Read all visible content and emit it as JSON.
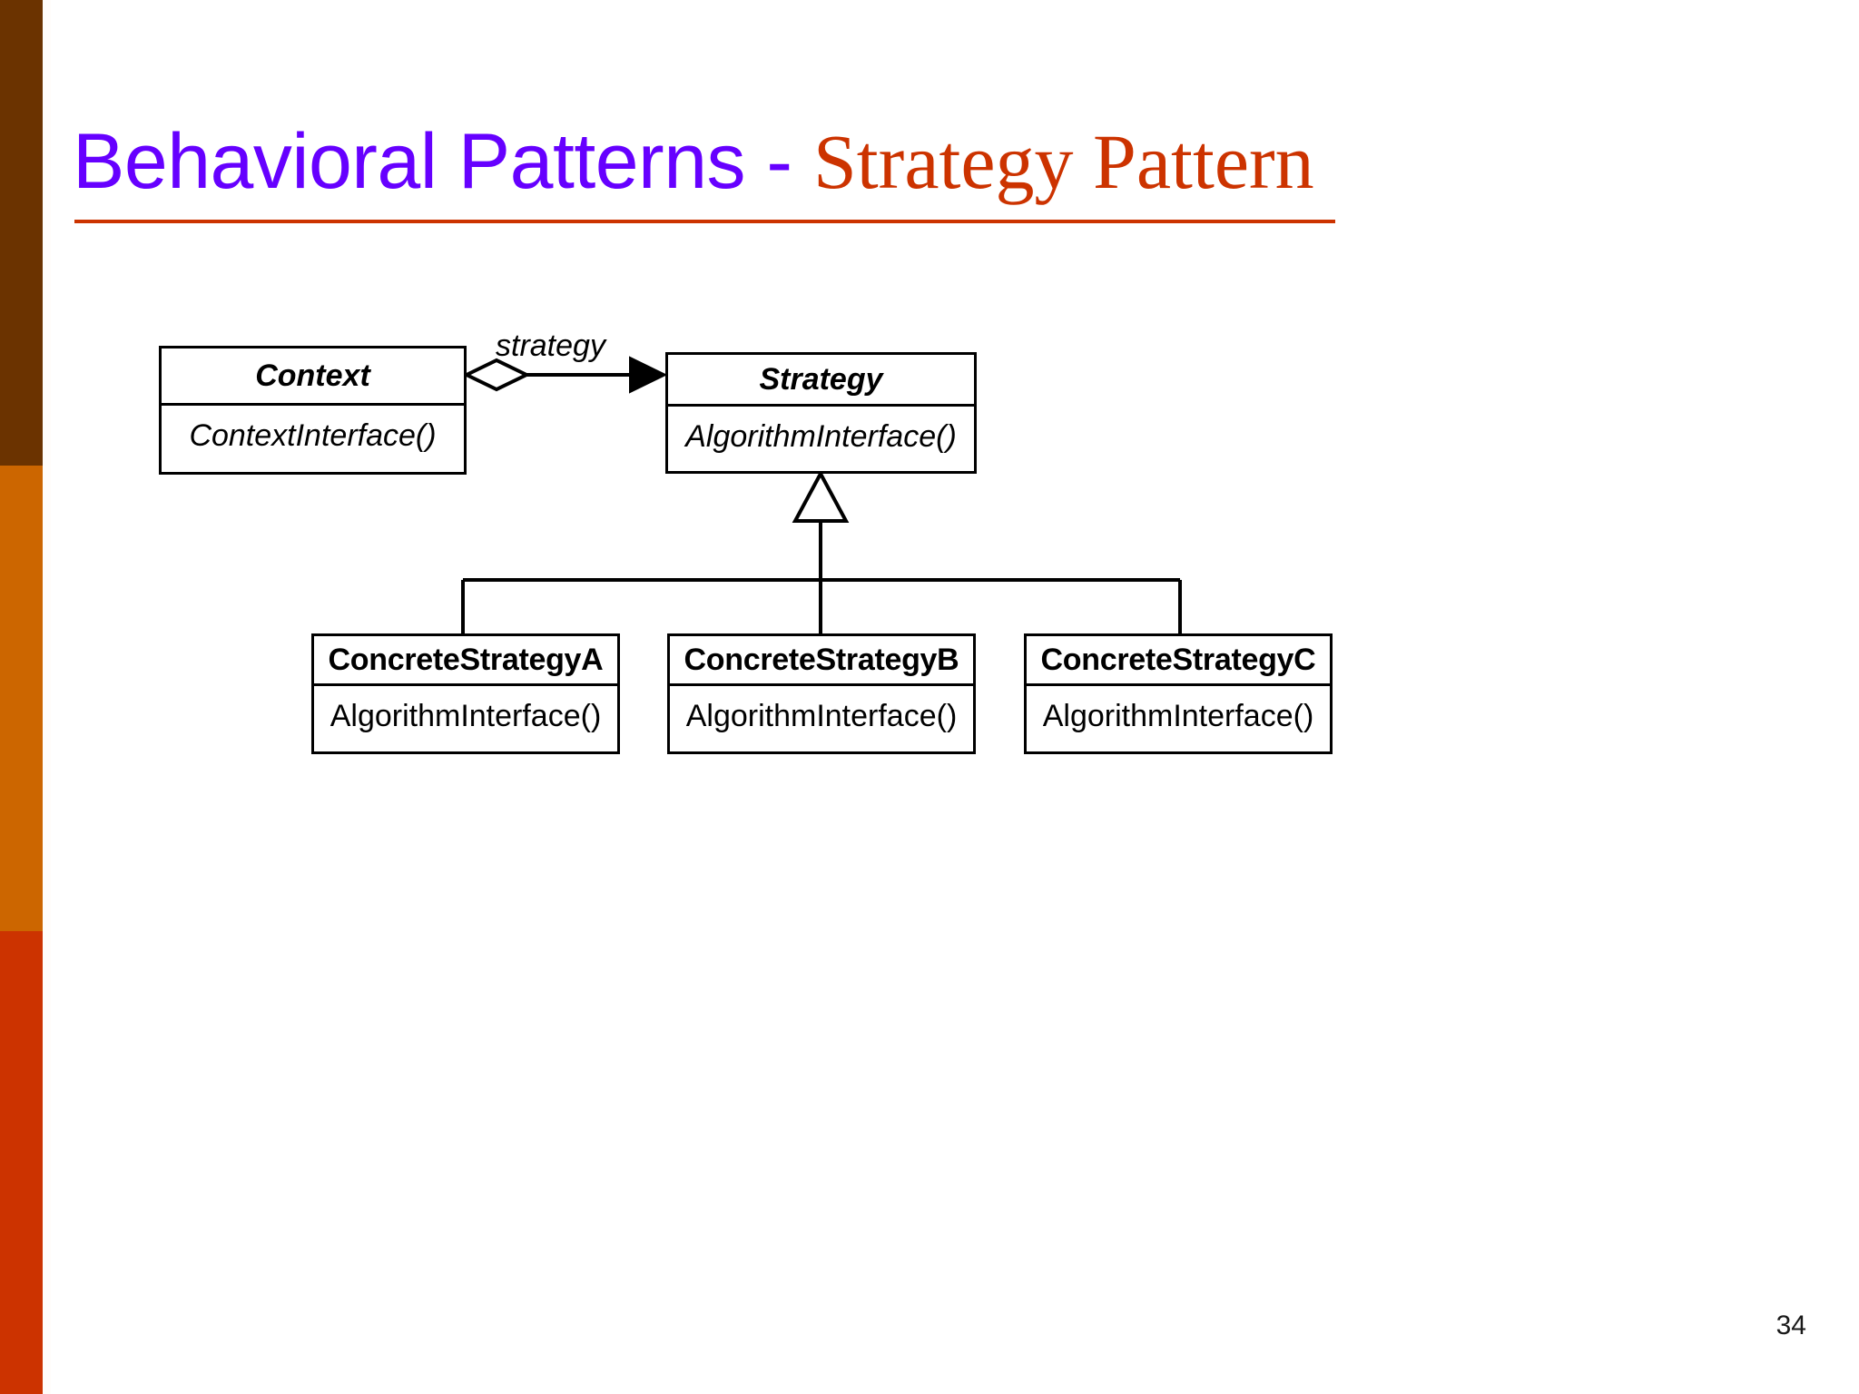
{
  "slide": {
    "title_main": "Behavioral Patterns - ",
    "title_accent": "Strategy Pattern",
    "title_main_color": "#6600FF",
    "title_accent_color": "#CC3300",
    "rule_color": "#CC3300",
    "page_number": "34"
  },
  "sidebar": {
    "band_top_color": "#6B3300",
    "band_mid_color": "#CC6600",
    "band_bottom_color": "#CC3300"
  },
  "diagram": {
    "type": "uml-class-diagram",
    "association_label": "strategy",
    "classes": [
      {
        "id": "context",
        "name": "Context",
        "abstract": true,
        "operations": [
          "ContextInterface()"
        ]
      },
      {
        "id": "strategy",
        "name": "Strategy",
        "abstract": true,
        "operations": [
          "AlgorithmInterface()"
        ]
      },
      {
        "id": "concrete_a",
        "name": "ConcreteStrategyA",
        "abstract": false,
        "operations": [
          "AlgorithmInterface()"
        ]
      },
      {
        "id": "concrete_b",
        "name": "ConcreteStrategyB",
        "abstract": false,
        "operations": [
          "AlgorithmInterface()"
        ]
      },
      {
        "id": "concrete_c",
        "name": "ConcreteStrategyC",
        "abstract": false,
        "operations": [
          "AlgorithmInterface()"
        ]
      }
    ],
    "relationships": [
      {
        "kind": "aggregation",
        "from": "context",
        "to": "strategy",
        "label": "strategy",
        "source_decoration": "hollow-diamond",
        "target_decoration": "solid-arrowhead"
      },
      {
        "kind": "generalization",
        "from": "concrete_a",
        "to": "strategy",
        "target_decoration": "hollow-triangle"
      },
      {
        "kind": "generalization",
        "from": "concrete_b",
        "to": "strategy",
        "target_decoration": "hollow-triangle"
      },
      {
        "kind": "generalization",
        "from": "concrete_c",
        "to": "strategy",
        "target_decoration": "hollow-triangle"
      }
    ]
  }
}
